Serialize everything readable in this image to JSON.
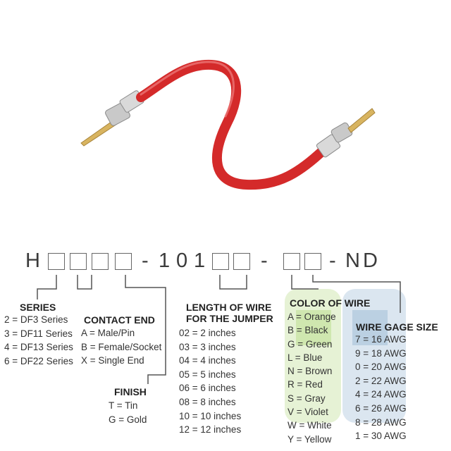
{
  "part_number": {
    "chars": [
      "H",
      "-",
      "1",
      "0",
      "1",
      "-",
      "-",
      "N",
      "D"
    ]
  },
  "series": {
    "heading": "SERIES",
    "items": [
      "2 = DF3 Series",
      "3 = DF11 Series",
      "4 = DF13 Series",
      "6 = DF22 Series"
    ]
  },
  "contact_end": {
    "heading": "CONTACT END",
    "items": [
      "A = Male/Pin",
      "B = Female/Socket",
      "X = Single End"
    ]
  },
  "finish": {
    "heading": "FINISH",
    "items": [
      "T = Tin",
      "G = Gold"
    ]
  },
  "length": {
    "heading_line1": "LENGTH OF WIRE",
    "heading_line2": "FOR THE JUMPER",
    "items": [
      "02 = 2 inches",
      "03 = 3 inches",
      "04 = 4 inches",
      "05 = 5 inches",
      "06 = 6 inches",
      "08 = 8 inches",
      "10 = 10 inches",
      "12 = 12 inches"
    ]
  },
  "color": {
    "heading": "COLOR OF WIRE",
    "items": [
      "A = Orange",
      "B = Black",
      "G = Green",
      "L = Blue",
      "N = Brown",
      "R = Red",
      "S = Gray",
      "V = Violet",
      "W = White",
      "Y = Yellow"
    ]
  },
  "gage": {
    "heading": "WIRE GAGE SIZE",
    "items": [
      "7 = 16 AWG",
      "9 = 18 AWG",
      "0 = 20 AWG",
      "2 = 22 AWG",
      "4 = 24 AWG",
      "6 = 26 AWG",
      "8 = 28 AWG",
      "1 = 30 AWG"
    ]
  },
  "colors": {
    "wire": "#d42a2a",
    "pin": "#c9a24a",
    "logo_green": "#8cc63e",
    "logo_blue": "#5b8fb9"
  }
}
